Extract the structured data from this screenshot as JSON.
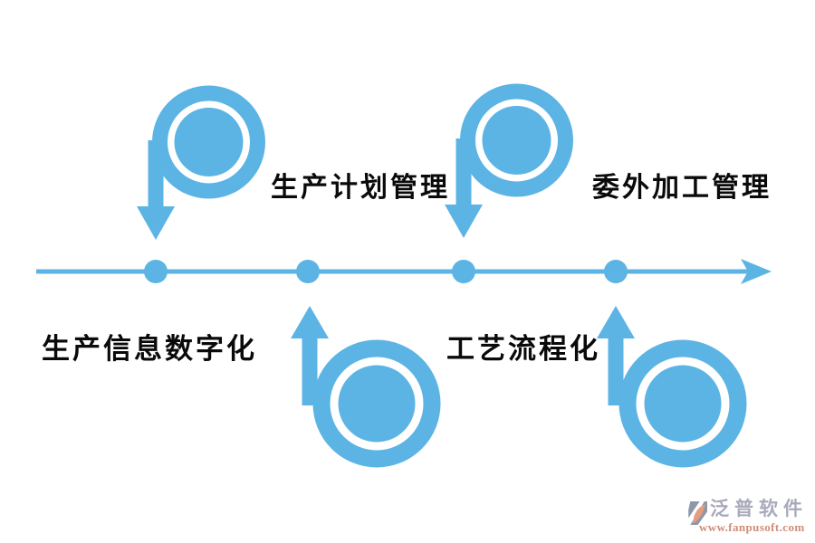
{
  "diagram": {
    "type": "timeline-flow",
    "background_color": "#ffffff",
    "accent_color": "#5cb4e4",
    "text_color": "#0a0a0a",
    "timeline": {
      "dot_count": 4,
      "arrow_direction": "right"
    },
    "milestones": [
      {
        "dot": 1,
        "position": "above",
        "icon": "loop-arrow-down",
        "label": "生产计划管理"
      },
      {
        "dot": 2,
        "position": "below",
        "icon": "loop-arrow-up",
        "label": "生产信息数字化"
      },
      {
        "dot": 3,
        "position": "above",
        "icon": "loop-arrow-down",
        "label": "委外加工管理"
      },
      {
        "dot": 4,
        "position": "below",
        "icon": "loop-arrow-up",
        "label": "工艺流程化"
      }
    ]
  },
  "watermark": {
    "brand": "泛普软件",
    "url": "www.fanpusoft.com",
    "brand_color": "#a8aabb",
    "url_color": "#cf8d7a",
    "logo_gray": "#8e97a9",
    "logo_orange": "#e59c80"
  }
}
